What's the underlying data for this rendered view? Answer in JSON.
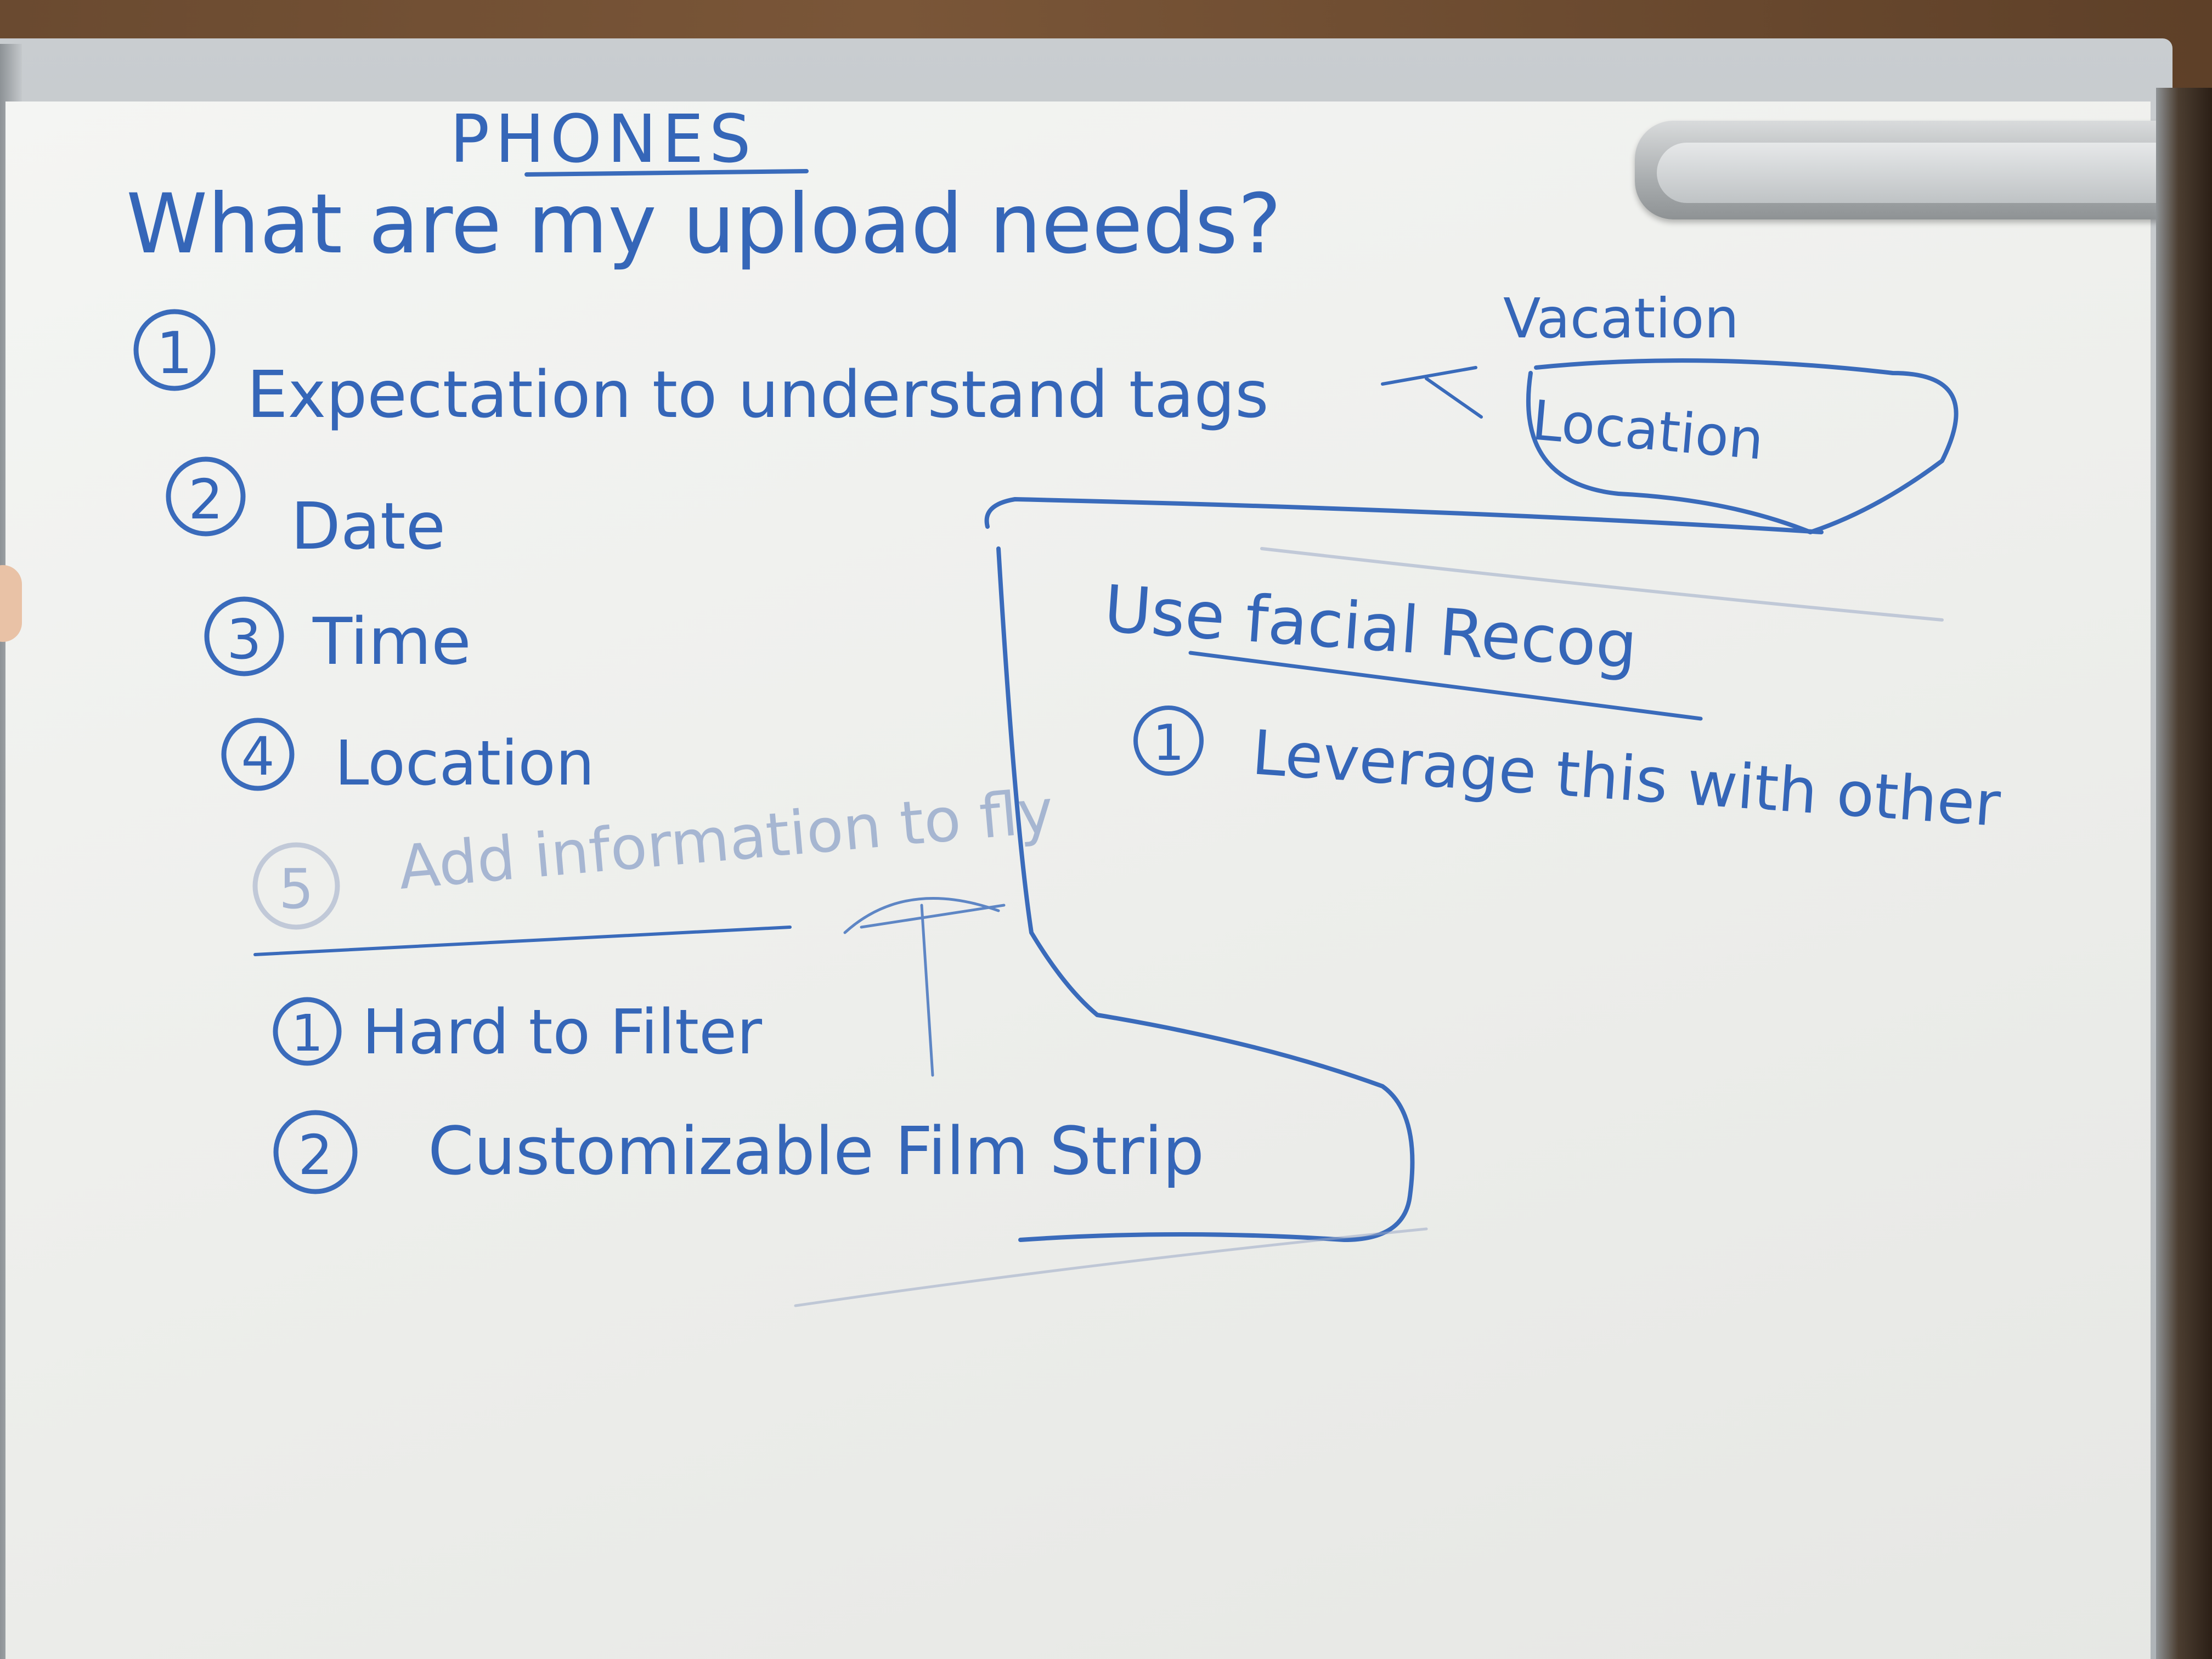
{
  "whiteboard": {
    "title": "PHONES",
    "question": "What are my upload needs?",
    "list": [
      {
        "num": "1",
        "text": "Expectation to understand tags"
      },
      {
        "num": "2",
        "text": "Date"
      },
      {
        "num": "3",
        "text": "Time"
      },
      {
        "num": "4",
        "text": "Location"
      },
      {
        "num": "5",
        "text": "Add information to fly"
      }
    ],
    "sublist": [
      {
        "num": "1",
        "text": "Hard to Filter"
      },
      {
        "num": "2",
        "text": "Customizable Film Strip"
      }
    ],
    "bubble": {
      "top": "Vacation",
      "inside": "Location"
    },
    "panel": {
      "heading": "Use facial Recog",
      "items": [
        {
          "num": "1",
          "text": "Leverage this with other"
        }
      ]
    }
  },
  "colors": {
    "ink": "#3566b8",
    "board": "#f1f2ef",
    "frame": "#b8bcbf"
  }
}
